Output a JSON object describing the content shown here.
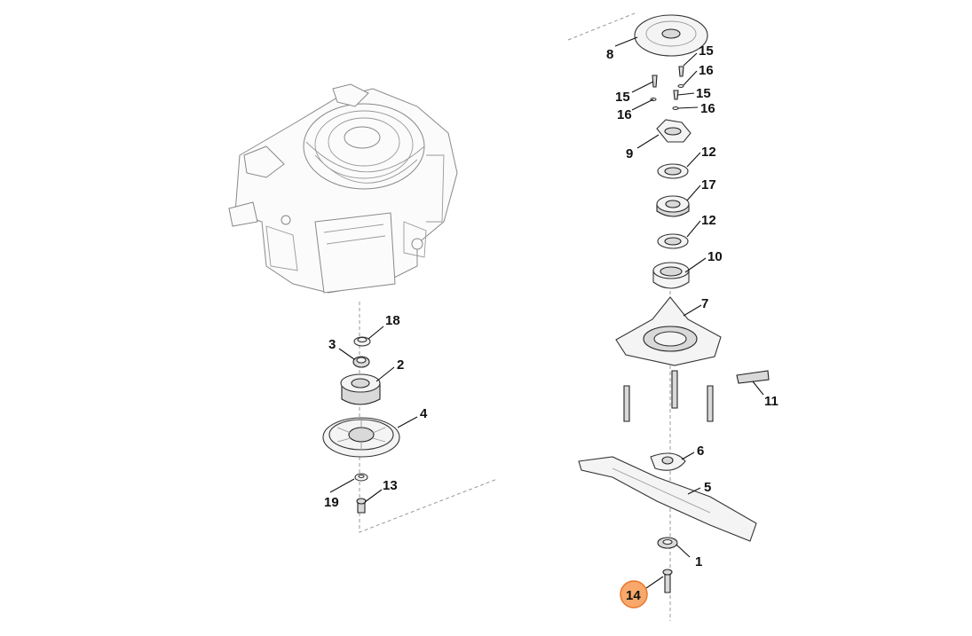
{
  "diagram": {
    "callouts": [
      {
        "id": "8",
        "text": "8"
      },
      {
        "id": "15a",
        "text": "15"
      },
      {
        "id": "16a",
        "text": "16"
      },
      {
        "id": "15b",
        "text": "15"
      },
      {
        "id": "16b",
        "text": "16"
      },
      {
        "id": "15c",
        "text": "15"
      },
      {
        "id": "16c",
        "text": "16"
      },
      {
        "id": "9",
        "text": "9"
      },
      {
        "id": "12a",
        "text": "12"
      },
      {
        "id": "17",
        "text": "17"
      },
      {
        "id": "12b",
        "text": "12"
      },
      {
        "id": "10",
        "text": "10"
      },
      {
        "id": "7",
        "text": "7"
      },
      {
        "id": "11",
        "text": "11"
      },
      {
        "id": "6",
        "text": "6"
      },
      {
        "id": "5",
        "text": "5"
      },
      {
        "id": "1",
        "text": "1"
      },
      {
        "id": "14",
        "text": "14"
      },
      {
        "id": "18",
        "text": "18"
      },
      {
        "id": "3",
        "text": "3"
      },
      {
        "id": "2",
        "text": "2"
      },
      {
        "id": "4",
        "text": "4"
      },
      {
        "id": "13",
        "text": "13"
      },
      {
        "id": "19",
        "text": "19"
      }
    ],
    "highlight": {
      "callout": "14",
      "color": "#f7a86a",
      "border_color": "#e8772e"
    }
  }
}
